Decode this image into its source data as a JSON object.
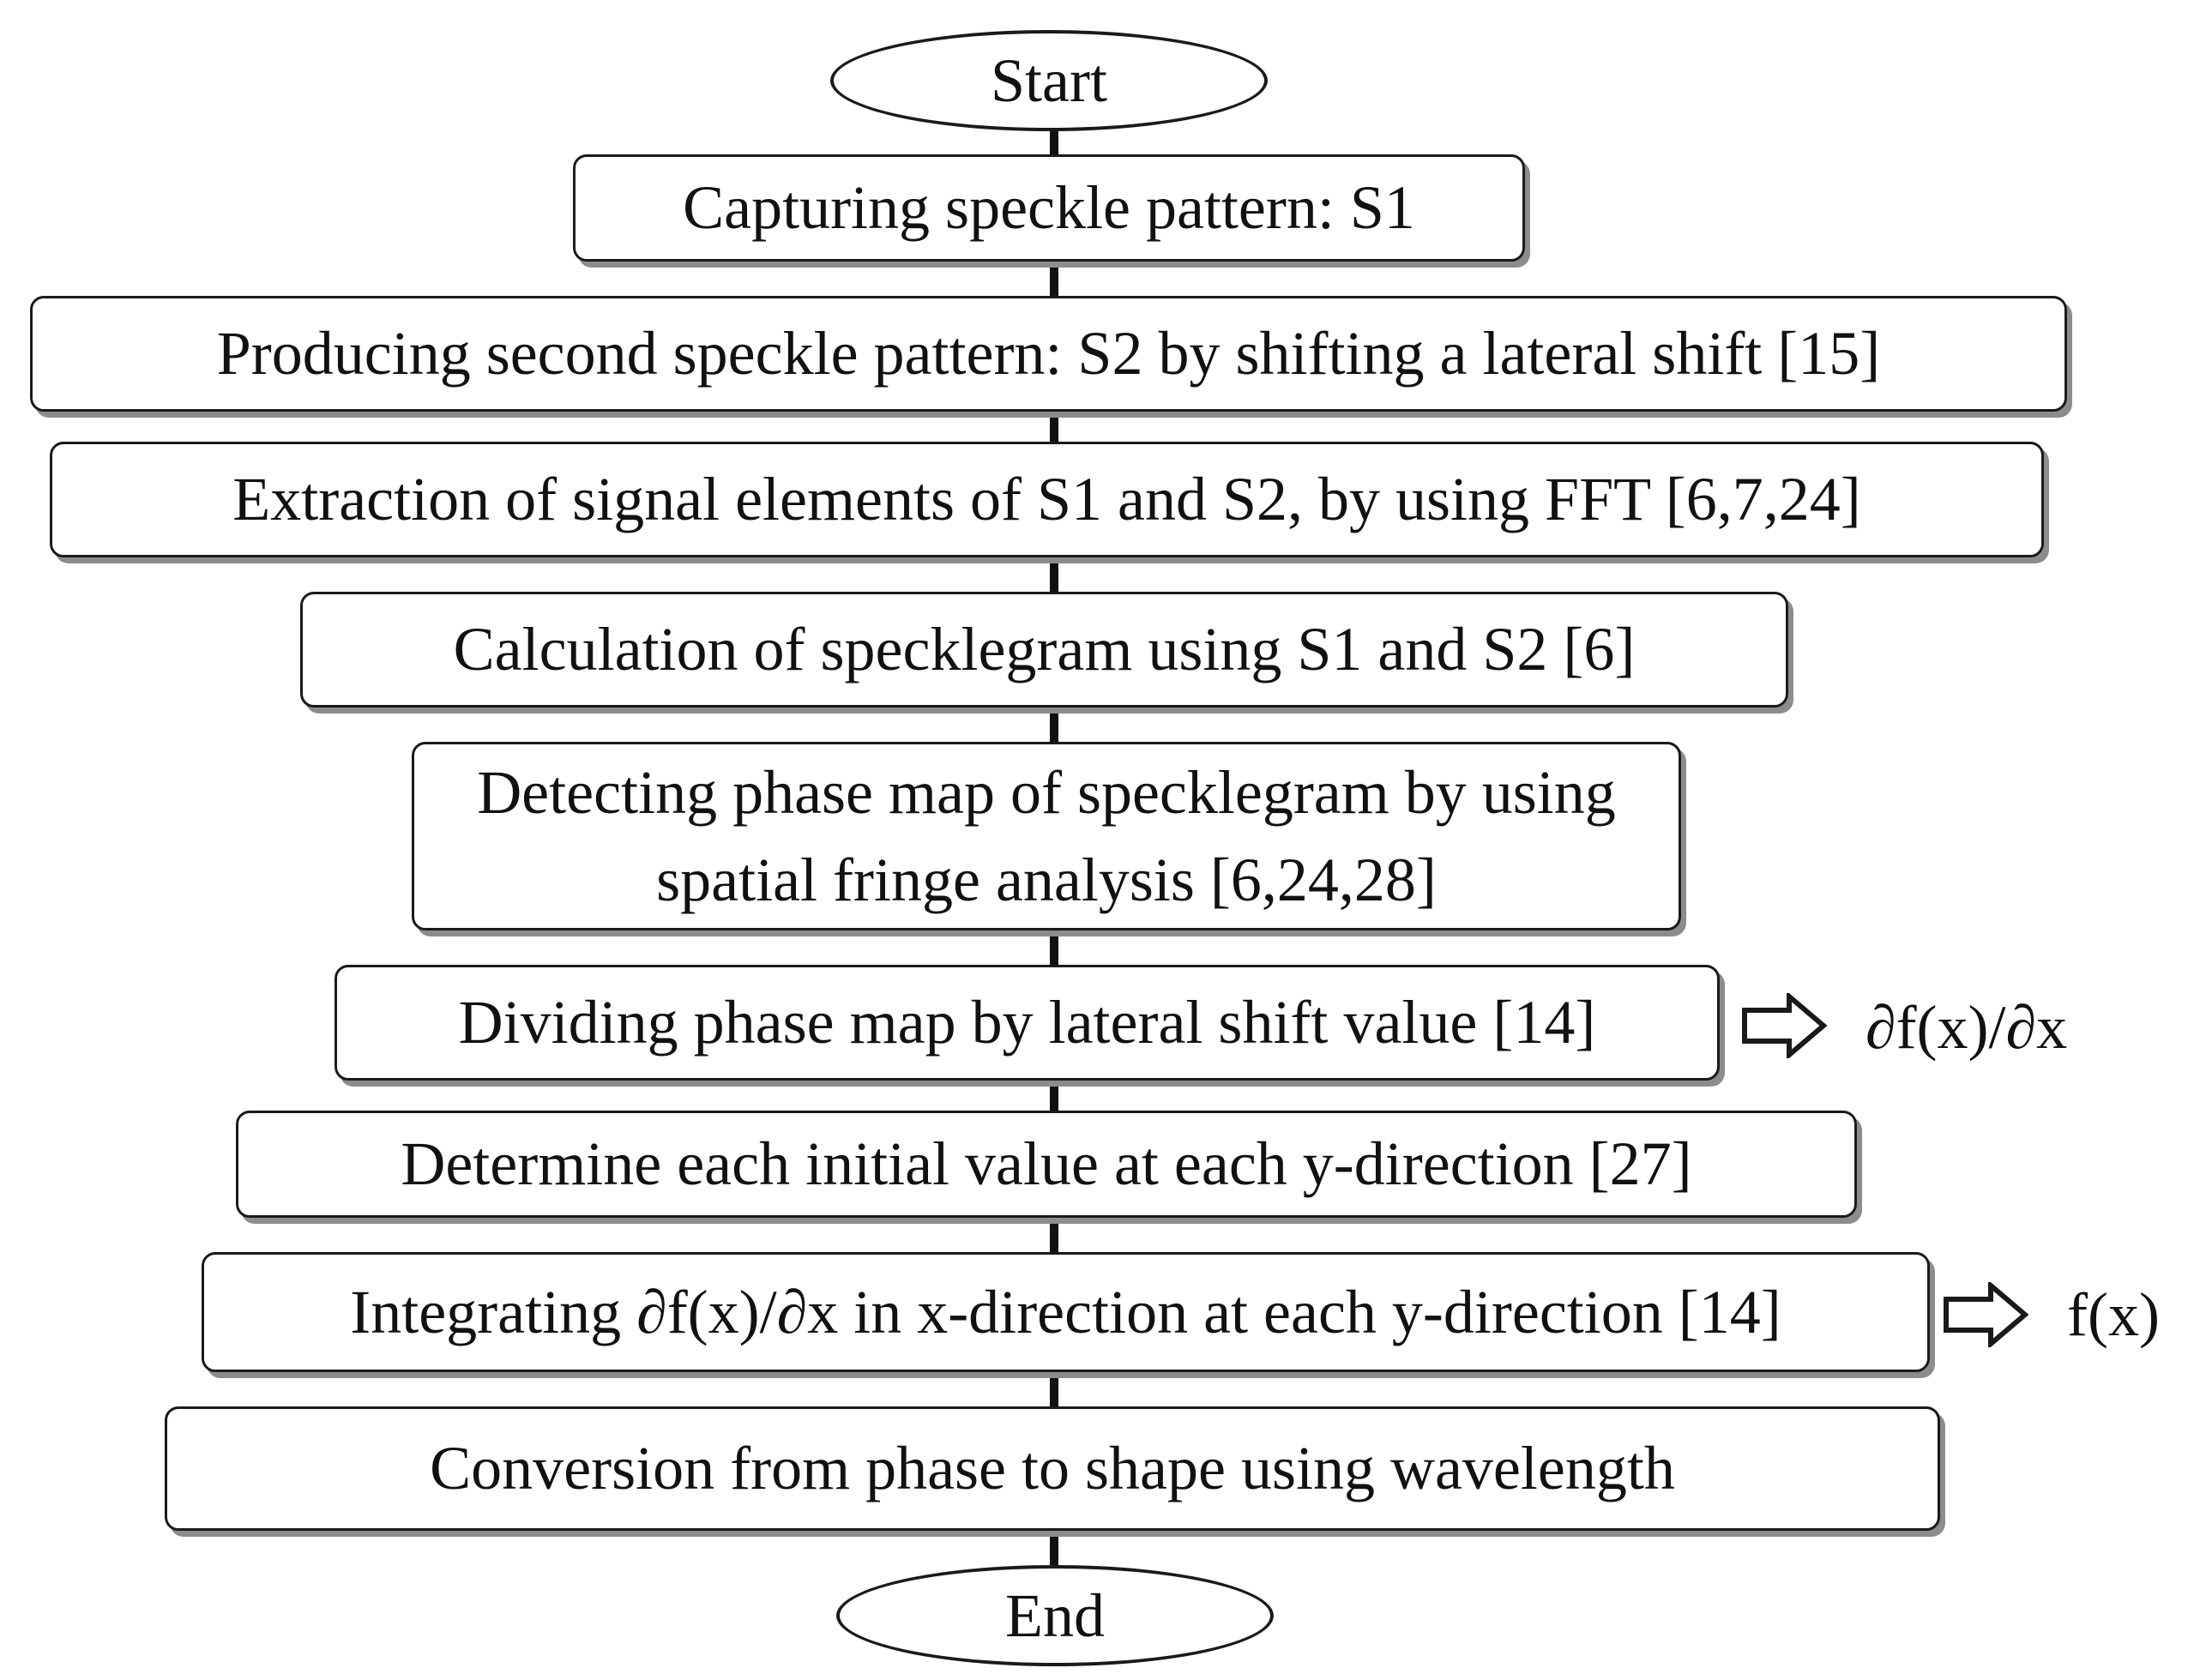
{
  "steps": [
    {
      "id": "start",
      "text": "Start"
    },
    {
      "id": "capture",
      "text": "Capturing speckle pattern: S1"
    },
    {
      "id": "produce",
      "text": "Producing second speckle pattern: S2 by shifting a lateral shift [15]"
    },
    {
      "id": "extract",
      "text": "Extraction of signal elements of S1 and S2, by using FFT [6,7,24]"
    },
    {
      "id": "calc",
      "text": "Calculation of specklegram using S1 and S2 [6]"
    },
    {
      "id": "detect",
      "text": "Detecting phase map of specklegram by using spatial fringe analysis [6,24,28]"
    },
    {
      "id": "divide",
      "text": "Dividing phase map by lateral shift value [14]"
    },
    {
      "id": "determine",
      "text": "Determine each initial value at each y-direction [27]"
    },
    {
      "id": "integrate",
      "text": "Integrating ∂f(x)/∂x in x-direction at each y-direction [14]"
    },
    {
      "id": "convert",
      "text": "Conversion from phase to shape using wavelength"
    },
    {
      "id": "end",
      "text": "End"
    }
  ],
  "outputs": {
    "divide": "∂f(x)/∂x",
    "integrate": "f(x)"
  }
}
